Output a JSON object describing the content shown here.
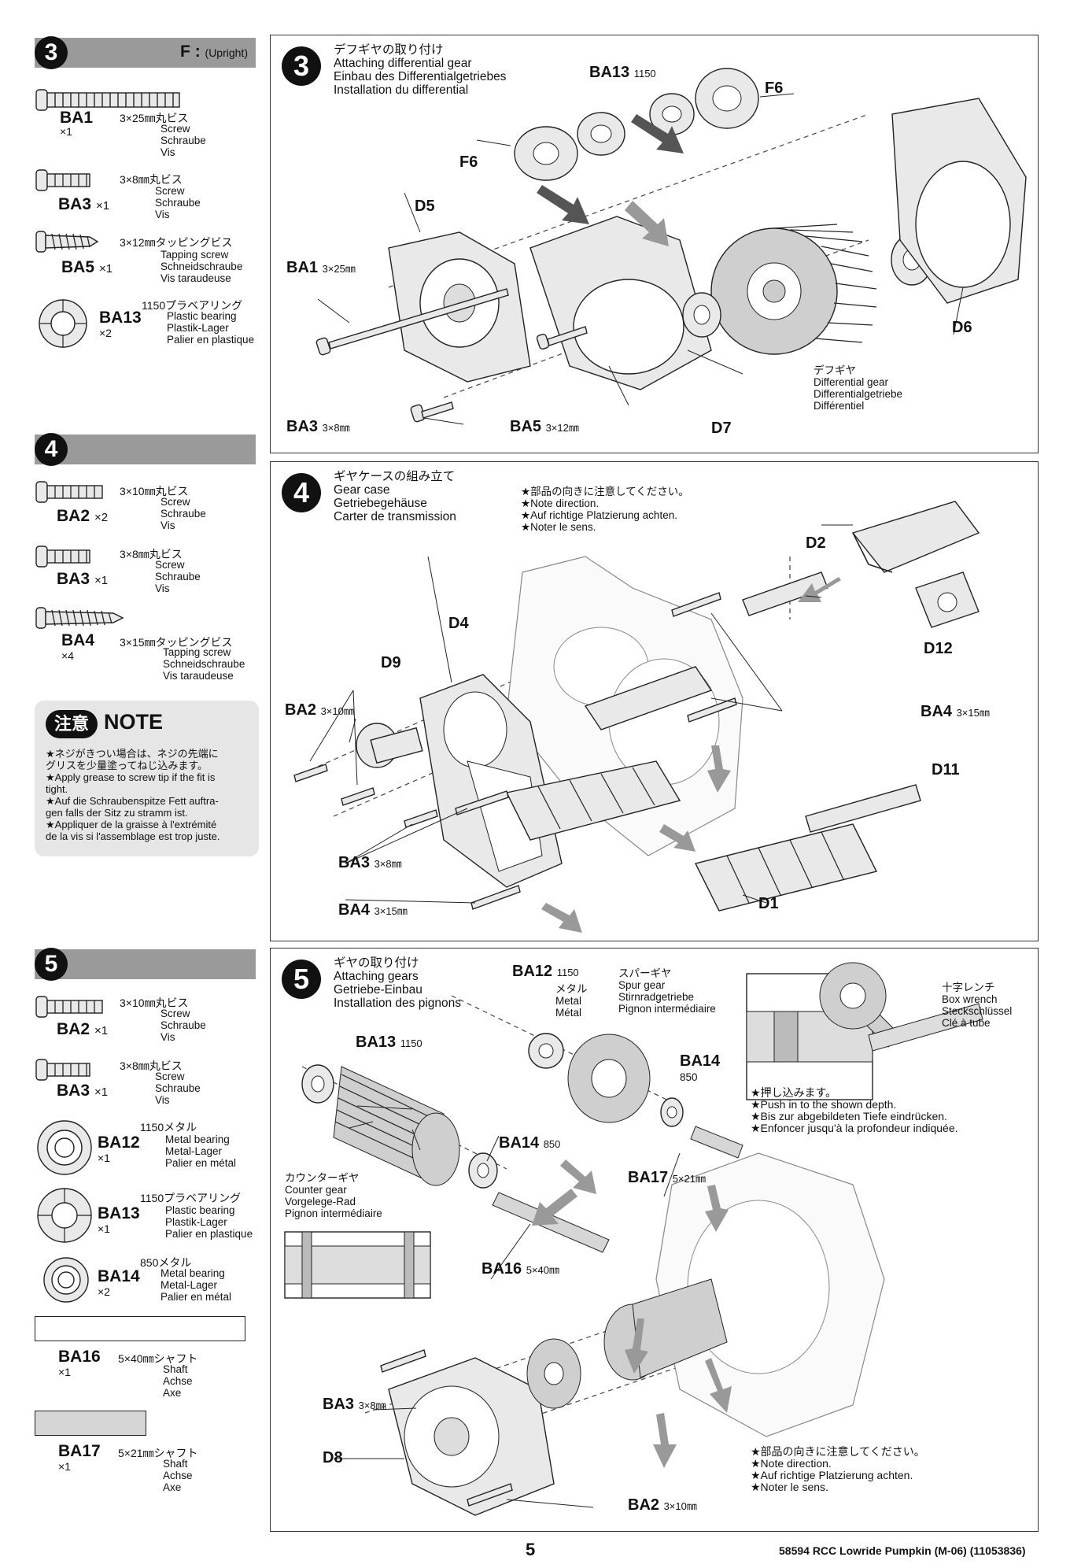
{
  "sidebar": {
    "step3": {
      "num": "3",
      "label": "F :",
      "label_sub": "(Upright)",
      "parts": [
        {
          "code": "BA1",
          "qty": "×1",
          "jp": "3×25㎜丸ビス",
          "desc": "Screw\nSchraube\nVis"
        },
        {
          "code": "BA3",
          "qty": "×1",
          "jp": "3×8㎜丸ビス",
          "desc": "Screw\nSchraube\nVis"
        },
        {
          "code": "BA5",
          "qty": "×1",
          "jp": "3×12㎜タッピングビス",
          "desc": "Tapping screw\nSchneidschraube\nVis taraudeuse"
        },
        {
          "code": "BA13",
          "qty": "×2",
          "jp": "1150プラベアリング",
          "desc": "Plastic bearing\nPlastik-Lager\nPalier en plastique"
        }
      ]
    },
    "step4": {
      "num": "4",
      "parts": [
        {
          "code": "BA2",
          "qty": "×2",
          "jp": "3×10㎜丸ビス",
          "desc": "Screw\nSchraube\nVis"
        },
        {
          "code": "BA3",
          "qty": "×1",
          "jp": "3×8㎜丸ビス",
          "desc": "Screw\nSchraube\nVis"
        },
        {
          "code": "BA4",
          "qty": "×4",
          "jp": "3×15㎜タッピングビス",
          "desc": "Tapping screw\nSchneidschraube\nVis taraudeuse"
        }
      ],
      "note": {
        "badge": "注意",
        "title": "NOTE",
        "text": "★ネジがきつい場合は、ネジの先端に\nグリスを少量塗ってねじ込みます。\n★Apply grease to screw tip if the fit is\ntight.\n★Auf die Schraubenspitze Fett auftra-\ngen falls der Sitz zu stramm ist.\n★Appliquer de la graisse à l'extrémité\nde la vis si l'assemblage est trop juste."
      }
    },
    "step5": {
      "num": "5",
      "parts": [
        {
          "code": "BA2",
          "qty": "×1",
          "jp": "3×10㎜丸ビス",
          "desc": "Screw\nSchraube\nVis"
        },
        {
          "code": "BA3",
          "qty": "×1",
          "jp": "3×8㎜丸ビス",
          "desc": "Screw\nSchraube\nVis"
        },
        {
          "code": "BA12",
          "qty": "×1",
          "jp": "1150メタル",
          "desc": "Metal bearing\nMetal-Lager\nPalier en métal"
        },
        {
          "code": "BA13",
          "qty": "×1",
          "jp": "1150プラベアリング",
          "desc": "Plastic bearing\nPlastik-Lager\nPalier en plastique"
        },
        {
          "code": "BA14",
          "qty": "×2",
          "jp": "850メタル",
          "desc": "Metal bearing\nMetal-Lager\nPalier en métal"
        },
        {
          "code": "BA16",
          "qty": "×1",
          "jp": "5×40㎜シャフト",
          "desc": "Shaft\nAchse\nAxe"
        },
        {
          "code": "BA17",
          "qty": "×1",
          "jp": "5×21㎜シャフト",
          "desc": "Shaft\nAchse\nAxe"
        }
      ]
    }
  },
  "panel3": {
    "num": "3",
    "title": "デフギヤの取り付け\nAttaching differential gear\nEinbau des Differentialgetriebes\nInstallation du differential",
    "labels": {
      "ba13": "BA13",
      "ba13_s": "1150",
      "f6a": "F6",
      "f6b": "F6",
      "d5": "D5",
      "ba1": "BA1",
      "ba1_s": "3×25㎜",
      "ba3": "BA3",
      "ba3_s": "3×8㎜",
      "ba5": "BA5",
      "ba5_s": "3×12㎜",
      "d7": "D7",
      "d6": "D6",
      "diff": "デフギヤ\nDifferential gear\nDifferentialgetriebe\nDifférentiel"
    }
  },
  "panel4": {
    "num": "4",
    "title": "ギヤケースの組み立て\nGear case\nGetriebegehäuse\nCarter de transmission",
    "note": "★部品の向きに注意してください。\n★Note direction.\n★Auf richtige Platzierung achten.\n★Noter le sens.",
    "labels": {
      "d2": "D2",
      "d4": "D4",
      "d9": "D9",
      "d12": "D12",
      "ba2": "BA2",
      "ba2_s": "3×10㎜",
      "ba4a": "BA4",
      "ba4a_s": "3×15㎜",
      "d11": "D11",
      "ba3": "BA3",
      "ba3_s": "3×8㎜",
      "ba4b": "BA4",
      "ba4b_s": "3×15㎜",
      "d1": "D1"
    }
  },
  "panel5": {
    "num": "5",
    "title": "ギヤの取り付け\nAttaching gears\nGetriebe-Einbau\nInstallation des pignons",
    "labels": {
      "ba12": "BA12",
      "ba12_s": "1150",
      "ba12_d": "メタル\nMetal\nMétal",
      "spur": "スパーギヤ\nSpur gear\nStirnradgetriebe\nPignon intermédiaire",
      "wrench": "十字レンチ\nBox wrench\nSteckschlüssel\nClé à tube",
      "ba13": "BA13",
      "ba13_s": "1150",
      "ba14a": "BA14",
      "ba14a_s": "850",
      "push": "★押し込みます。\n★Push in to the shown depth.\n★Bis zur abgebildeten Tiefe eindrücken.\n★Enfoncer jusqu'à la profondeur indiquée.",
      "ba14b": "BA14",
      "ba14b_s": "850",
      "ba17": "BA17",
      "ba17_s": "5×21㎜",
      "counter": "カウンターギヤ\nCounter gear\nVorgelege-Rad\nPignon intermédiaire",
      "ba16": "BA16",
      "ba16_s": "5×40㎜",
      "ba3": "BA3",
      "ba3_s": "3×8㎜",
      "d8": "D8",
      "ba2": "BA2",
      "ba2_s": "3×10㎜",
      "note": "★部品の向きに注意してください。\n★Note direction.\n★Auf richtige Platzierung achten.\n★Noter le sens."
    }
  },
  "footer": {
    "page": "5",
    "info": "58594 RCC  Lowride Pumpkin (M-06)  (11053836)"
  }
}
